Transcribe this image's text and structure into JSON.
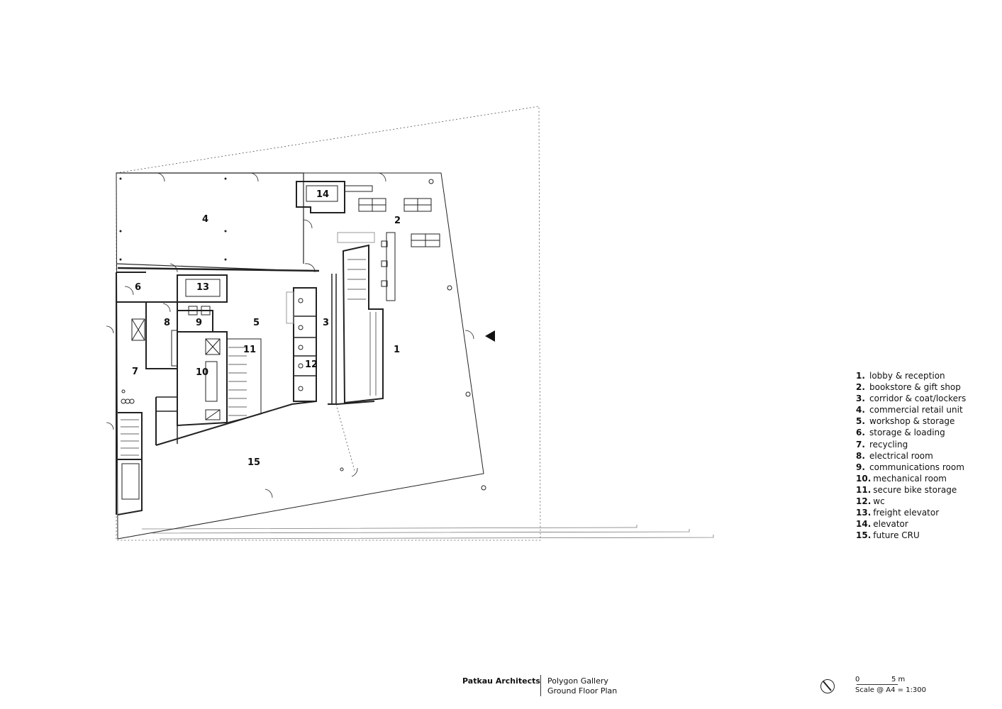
{
  "plan": {
    "rooms": [
      {
        "number": "1"
      },
      {
        "number": "2"
      },
      {
        "number": "3"
      },
      {
        "number": "4"
      },
      {
        "number": "5"
      },
      {
        "number": "6"
      },
      {
        "number": "7"
      },
      {
        "number": "8"
      },
      {
        "number": "9"
      },
      {
        "number": "10"
      },
      {
        "number": "11"
      },
      {
        "number": "12"
      },
      {
        "number": "13"
      },
      {
        "number": "14"
      },
      {
        "number": "15"
      }
    ]
  },
  "legend": [
    {
      "num": "1.",
      "label": "lobby & reception"
    },
    {
      "num": "2.",
      "label": "bookstore & gift shop"
    },
    {
      "num": "3.",
      "label": "corridor & coat/lockers"
    },
    {
      "num": "4.",
      "label": "commercial retail unit"
    },
    {
      "num": "5.",
      "label": "workshop & storage"
    },
    {
      "num": "6.",
      "label": "storage & loading"
    },
    {
      "num": "7.",
      "label": "recycling"
    },
    {
      "num": "8.",
      "label": "electrical room"
    },
    {
      "num": "9.",
      "label": "communications room"
    },
    {
      "num": "10.",
      "label": "mechanical room"
    },
    {
      "num": "11.",
      "label": "secure bike storage"
    },
    {
      "num": "12.",
      "label": "wc"
    },
    {
      "num": "13.",
      "label": "freight elevator"
    },
    {
      "num": "14.",
      "label": "elevator"
    },
    {
      "num": "15.",
      "label": "future CRU"
    }
  ],
  "title_block": {
    "firm": "Patkau Architects",
    "project": "Polygon Gallery",
    "drawing": "Ground Floor Plan"
  },
  "scale": {
    "zero": "0",
    "five": "5 m",
    "text": "Scale @ A4 = 1:300"
  }
}
